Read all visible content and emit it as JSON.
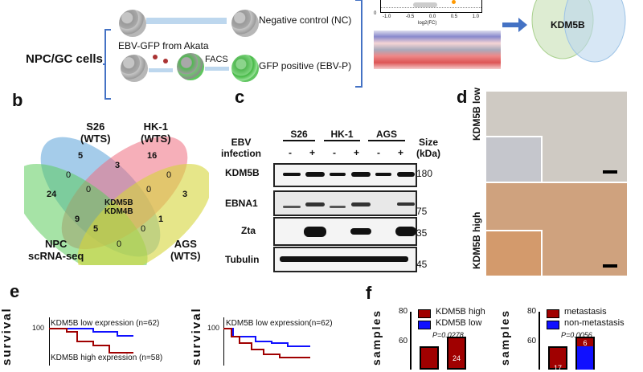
{
  "panel_a": {
    "source_label": "NPC/GC cells",
    "nc_label": "Negative  control (NC)",
    "ebv_label": "EBV-GFP from Akata",
    "facs_label": "FACS",
    "gfp_label": "GFP positive  (EBV-P)",
    "volcano_xlabel": "log2(FC)",
    "volcano_xticks": [
      "-1.0",
      "-0.5",
      "0.0",
      "0.5",
      "1.0"
    ],
    "volcano_ytick": "0",
    "venn_result": "KDM5B"
  },
  "panel_b": {
    "letter": "b",
    "sets": [
      "S26\n(WTS)",
      "HK-1\n(WTS)",
      "NPC\nscRNA-seq",
      "AGS\n(WTS)"
    ],
    "set_s26": "S26",
    "set_s26_sub": "(WTS)",
    "set_hk1": "HK-1",
    "set_hk1_sub": "(WTS)",
    "set_npc": "NPC",
    "set_npc_sub": "scRNA-seq",
    "set_ags": "AGS",
    "set_ags_sub": "(WTS)",
    "counts": {
      "s26": "5",
      "hk1": "16",
      "s26_hk1": "3",
      "npc": "24",
      "ags": "3",
      "s26_npc": "0",
      "hk1_ags": "0",
      "s26_hk1_npc": "0",
      "s26_hk1_ags": "0",
      "npc_hk1": "9",
      "npc_ags_hk1": "5",
      "s26_ags_hk1": "1",
      "s26_npc_ags": "0",
      "npc_ags": "0",
      "all_1": "KDM5B",
      "all_2": "KDM4B"
    }
  },
  "panel_c": {
    "letter": "c",
    "row_label_1": "EBV",
    "row_label_2": "infection",
    "cell_lines": [
      "S26",
      "HK-1",
      "AGS"
    ],
    "conditions": [
      "-",
      "+",
      "-",
      "+",
      "-",
      "+"
    ],
    "size_label_1": "Size",
    "size_label_2": "(kDa)",
    "blots": [
      {
        "name": "KDM5B",
        "marker": "180"
      },
      {
        "name": "EBNA1",
        "marker": "75"
      },
      {
        "name": "Zta",
        "marker": "35"
      },
      {
        "name": "Tubulin",
        "marker": "45"
      }
    ]
  },
  "panel_d": {
    "letter": "d",
    "low_label": "KDM5B low",
    "high_label": "KDM5B high"
  },
  "panel_e": {
    "letter": "e",
    "ylabel": "survival",
    "ytick": "100",
    "plot1_low": "KDM5B low expression (n=62)",
    "plot1_high": "KDM5B high expression (n=58)",
    "plot2_low": "KDM5B low expression(n=62)"
  },
  "chart_data": [
    {
      "type": "bar",
      "ylabel": "samples",
      "yticks": [
        "80",
        "60"
      ],
      "ylim": [
        40,
        80
      ],
      "legend": [
        "KDM5B high",
        "KDM5B low"
      ],
      "pvalue": "P=0.0278",
      "colors": {
        "high": "#a00000",
        "low": "#1010ff"
      },
      "bars": [
        {
          "total": 57,
          "high": 57
        },
        {
          "total": 63,
          "high": 63,
          "label": "24"
        }
      ]
    },
    {
      "type": "bar",
      "ylabel": "samples",
      "yticks": [
        "80",
        "60"
      ],
      "ylim": [
        40,
        80
      ],
      "legend": [
        "metastasis",
        "non-metastasis"
      ],
      "pvalue": "P=0.0056",
      "colors": {
        "met": "#a00000",
        "non": "#1010ff"
      },
      "bars": [
        {
          "total": 57,
          "met_label": "17",
          "non": 0
        },
        {
          "total": 63,
          "met_label": "6",
          "non": 57
        }
      ]
    }
  ]
}
